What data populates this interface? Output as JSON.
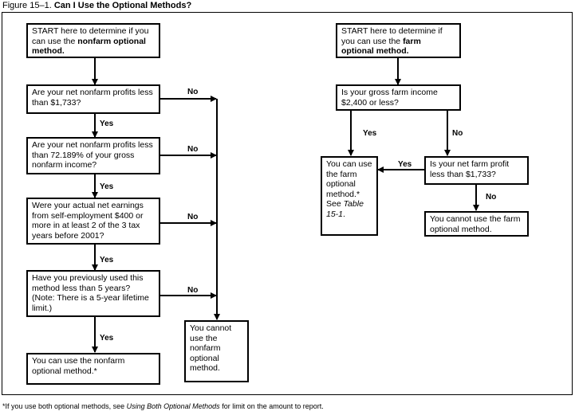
{
  "figure": {
    "number": "Figure 15–1.",
    "title": "Can I Use the Optional Methods?"
  },
  "nonfarm": {
    "start": {
      "text": "START here to determine if you can use the ",
      "bold": "nonfarm optional method."
    },
    "q1": "Are your net nonfarm profits less than $1,733?",
    "q2": "Are your net nonfarm profits less than 72.189% of your gross nonfarm income?",
    "q3": "Were your actual net earnings from self-employment $400 or more in at least 2 of the 3 tax years before 2001?",
    "q4": "Have you previously used this method less than 5 years? (Note: There is a 5-year lifetime limit.)",
    "result_yes": "You can use the nonfarm optional method.*",
    "result_no": "You cannot use the nonfarm optional method."
  },
  "farm": {
    "start": {
      "text": "START here to determine if you can use the ",
      "bold": "farm optional method."
    },
    "q1": "Is your gross farm income $2,400 or less?",
    "q2": "Is your net farm profit less than $1,733?",
    "result_yes": {
      "text": "You can use the farm optional method.* See ",
      "italic": "Table 15-1",
      "end": "."
    },
    "result_no": "You cannot use the farm optional method."
  },
  "labels": {
    "yes": "Yes",
    "no": "No"
  },
  "footnote": {
    "pre": "*If you use both optional methods, see ",
    "italic": "Using Both Optional Methods",
    "post": " for limit on the amount to report."
  }
}
